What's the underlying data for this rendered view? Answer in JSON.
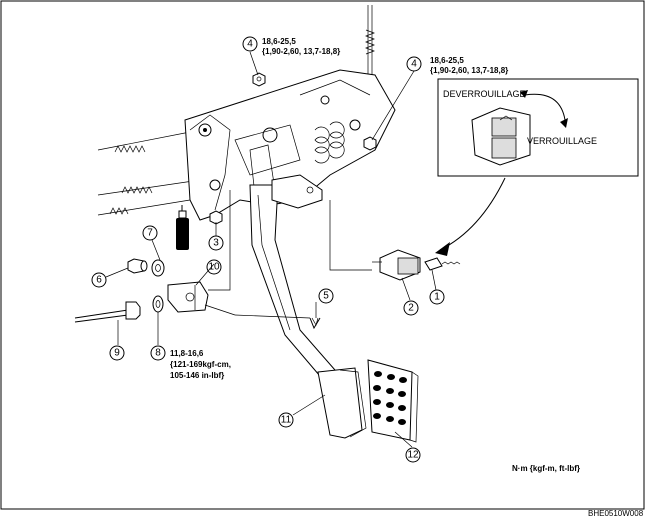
{
  "callouts": [
    {
      "id": "1",
      "text": "1"
    },
    {
      "id": "2",
      "text": "2"
    },
    {
      "id": "3",
      "text": "3"
    },
    {
      "id": "4a",
      "text": "4"
    },
    {
      "id": "4b",
      "text": "4"
    },
    {
      "id": "5",
      "text": "5"
    },
    {
      "id": "6",
      "text": "6"
    },
    {
      "id": "7",
      "text": "7"
    },
    {
      "id": "8",
      "text": "8"
    },
    {
      "id": "9",
      "text": "9"
    },
    {
      "id": "10",
      "text": "10"
    },
    {
      "id": "11",
      "text": "11"
    },
    {
      "id": "12",
      "text": "12"
    }
  ],
  "torque_specs": {
    "top_line1": "18,6-25,5",
    "top_line2": "{1,90-2,60, 13,7-18,8}",
    "right_line1": "18,6-25,5",
    "right_line2": "{1,90-2,60, 13,7-18,8}",
    "bottom_line1": "11,8-16,6",
    "bottom_line2": "{121-169kgf-cm,",
    "bottom_line3": "105-146 in-lbf}"
  },
  "inset": {
    "unlock_label": "DEVERROUILLAGE",
    "lock_label": "VERROUILLAGE"
  },
  "units_note": "N·m {kgf-m, ft-lbf}",
  "figure_code": "BHE0510W008"
}
